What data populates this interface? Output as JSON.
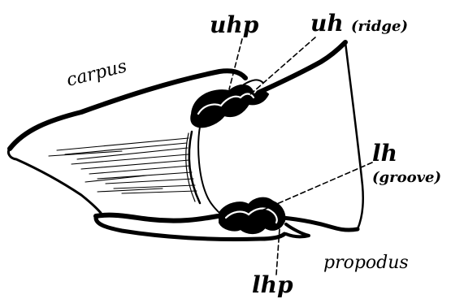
{
  "labels": {
    "carpus": "carpus",
    "uhp": "uhp",
    "uh": "uh",
    "ridge": "(ridge)",
    "lh": "lh",
    "groove": "(groove)",
    "propodus": "propodus",
    "lhp": "lhp"
  },
  "colors": {
    "ink": "#000000",
    "paper": "#ffffff"
  }
}
